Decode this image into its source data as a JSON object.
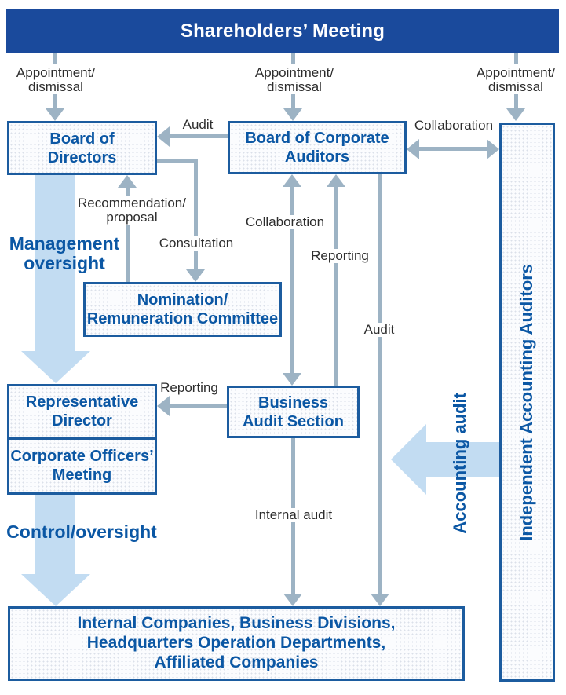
{
  "title": "Shareholders’ Meeting",
  "colors": {
    "navy": "#1a4a9c",
    "border": "#1c5c9f",
    "blue": "#0b57a4",
    "gray": "#9db3c4",
    "lblue": "#c2dcf2",
    "label": "#2d2d2d",
    "fill": "#fbfcfe"
  },
  "boxes": {
    "board_of_directors": "Board of\nDirectors",
    "board_of_corporate_auditors": "Board of Corporate\nAuditors",
    "independent_accounting_auditors": "Independent Accounting Auditors",
    "nomination_remuneration_committee": "Nomination/\nRemuneration Committee",
    "representative_director": "Representative\nDirector",
    "corporate_officers_meeting": "Corporate Officers’\nMeeting",
    "business_audit_section": "Business\nAudit Section",
    "internal_companies": "Internal Companies, Business Divisions,\nHeadquarters Operation Departments,\nAffiliated Companies"
  },
  "labels": {
    "appointment_dismissal": "Appointment/\ndismissal",
    "audit_to_board": "Audit",
    "collaboration_iaa": "Collaboration",
    "recommendation_proposal": "Recommendation/\nproposal",
    "consultation": "Consultation",
    "collaboration_bas": "Collaboration",
    "reporting_to_bca": "Reporting",
    "audit_internal": "Audit",
    "management_oversight": "Management\noversight",
    "reporting_to_rd": "Reporting",
    "control_oversight": "Control/oversight",
    "internal_audit": "Internal audit",
    "accounting_audit": "Accounting audit"
  }
}
